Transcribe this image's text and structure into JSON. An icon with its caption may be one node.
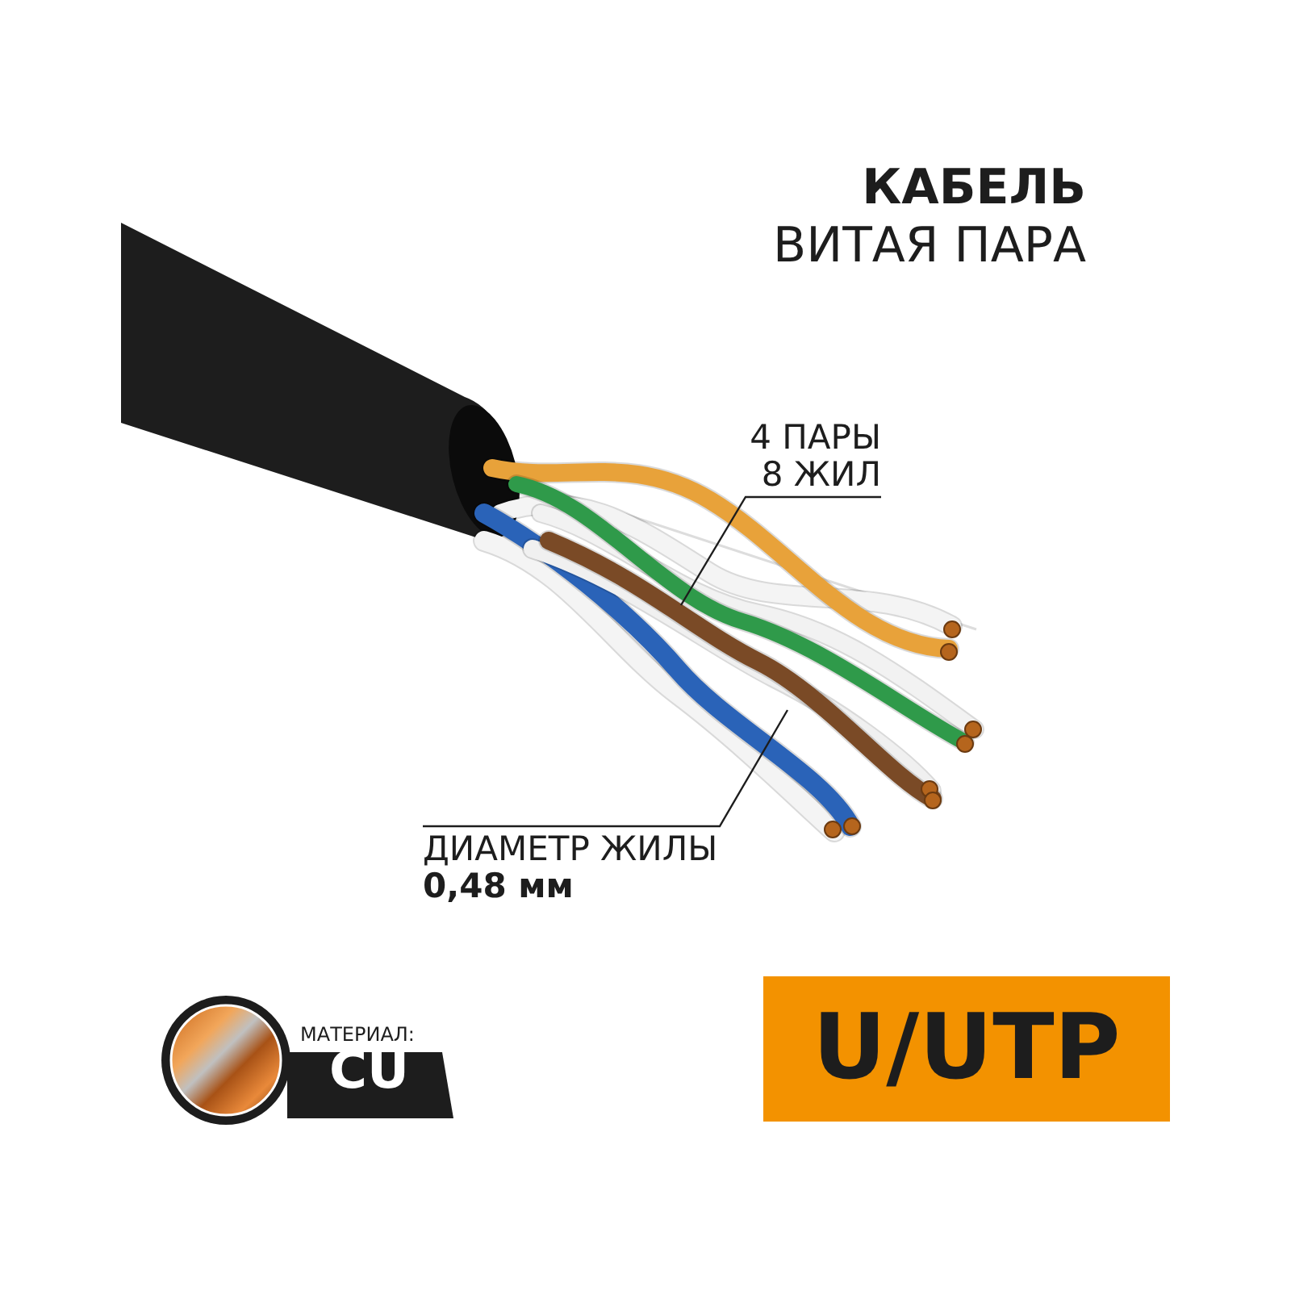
{
  "diagram": {
    "nodes": [
      {
        "text": [
          "4 ПАРЫ 8 ЖИЛ"
        ]
      },
      {
        "text": [],
        "shape": "picture"
      },
      {
        "text": [
          "ДИАМЕТР ЖИЛЫ",
          "0,48 мм"
        ]
      },
      {
        "text": [],
        "shape": "picture"
      },
      {
        "text": [
          "МАТЕРИАЛ:",
          "CU"
        ]
      },
      {
        "text": [
          "U/UTP"
        ]
      }
    ],
    "edges": [
      {
        "from": 0,
        "to": 1,
        "arrow": "none"
      },
      {
        "from": 2,
        "to": 3,
        "arrow": "none"
      }
    ],
    "labels": [
      "КАБЕЛЬ",
      "ВИТАЯ ПАРА"
    ]
  }
}
